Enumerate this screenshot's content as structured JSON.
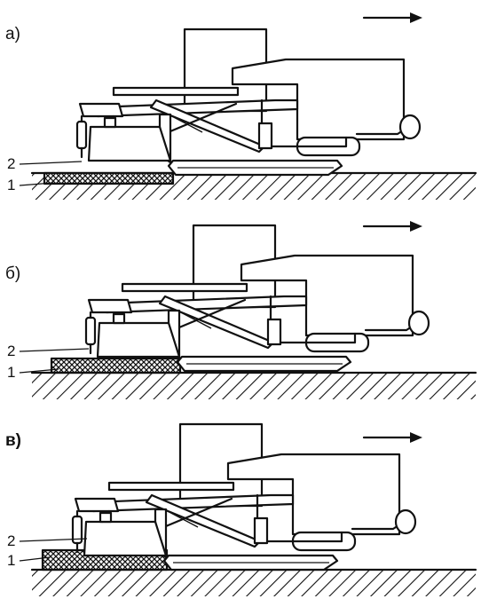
{
  "panels": [
    {
      "label": "а)",
      "bold": false,
      "labels": {
        "screed": "2",
        "layer": "1"
      }
    },
    {
      "label": "б)",
      "bold": false,
      "labels": {
        "screed": "2",
        "layer": "1"
      }
    },
    {
      "label": "в)",
      "bold": true,
      "labels": {
        "screed": "2",
        "layer": "1"
      }
    }
  ]
}
